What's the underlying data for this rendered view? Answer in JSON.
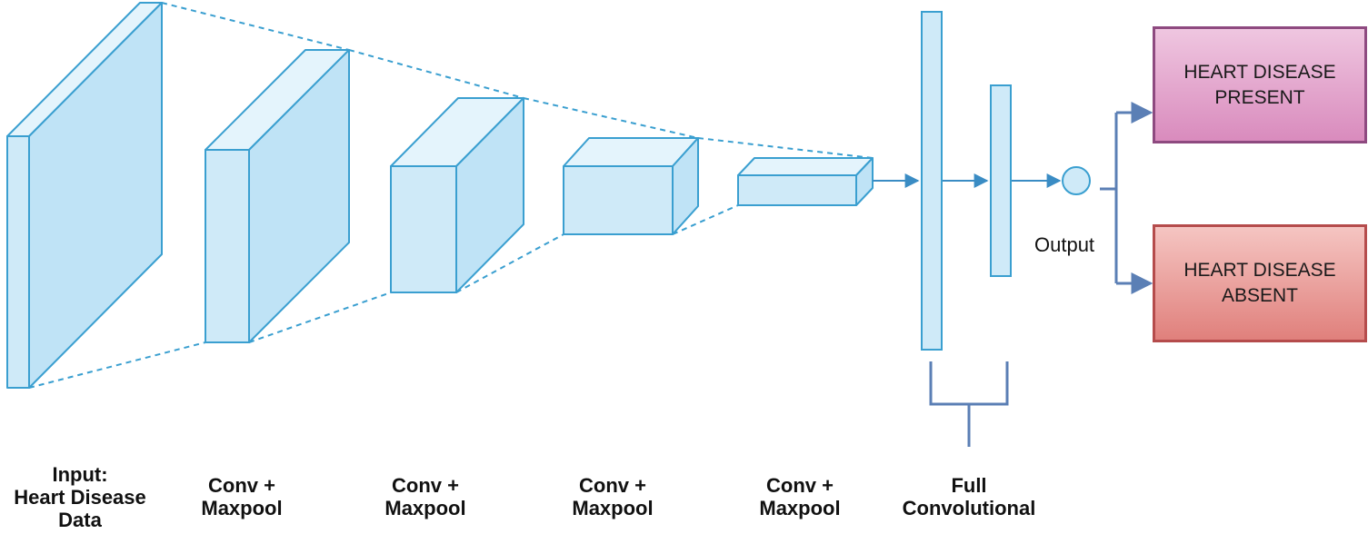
{
  "stages": [
    {
      "lines": [
        "Input:",
        "Heart Disease",
        "Data"
      ]
    },
    {
      "lines": [
        "Conv +",
        "Maxpool"
      ]
    },
    {
      "lines": [
        "Conv +",
        "Maxpool"
      ]
    },
    {
      "lines": [
        "Conv +",
        "Maxpool"
      ]
    },
    {
      "lines": [
        "Conv +",
        "Maxpool"
      ]
    },
    {
      "lines": [
        "Full",
        "Convolutional"
      ]
    }
  ],
  "output_label": "Output",
  "outputs": [
    {
      "lines": [
        "HEART DISEASE",
        "PRESENT"
      ],
      "fill": "#e7aad2",
      "border": "#8e4a80"
    },
    {
      "lines": [
        "HEART DISEASE",
        "ABSENT"
      ],
      "fill": "#ef9d99",
      "border": "#b54c4c"
    }
  ],
  "colors": {
    "block_fill": "#cfeaf8",
    "block_stroke": "#3a9fd0",
    "connector": "#5b7fb5"
  }
}
